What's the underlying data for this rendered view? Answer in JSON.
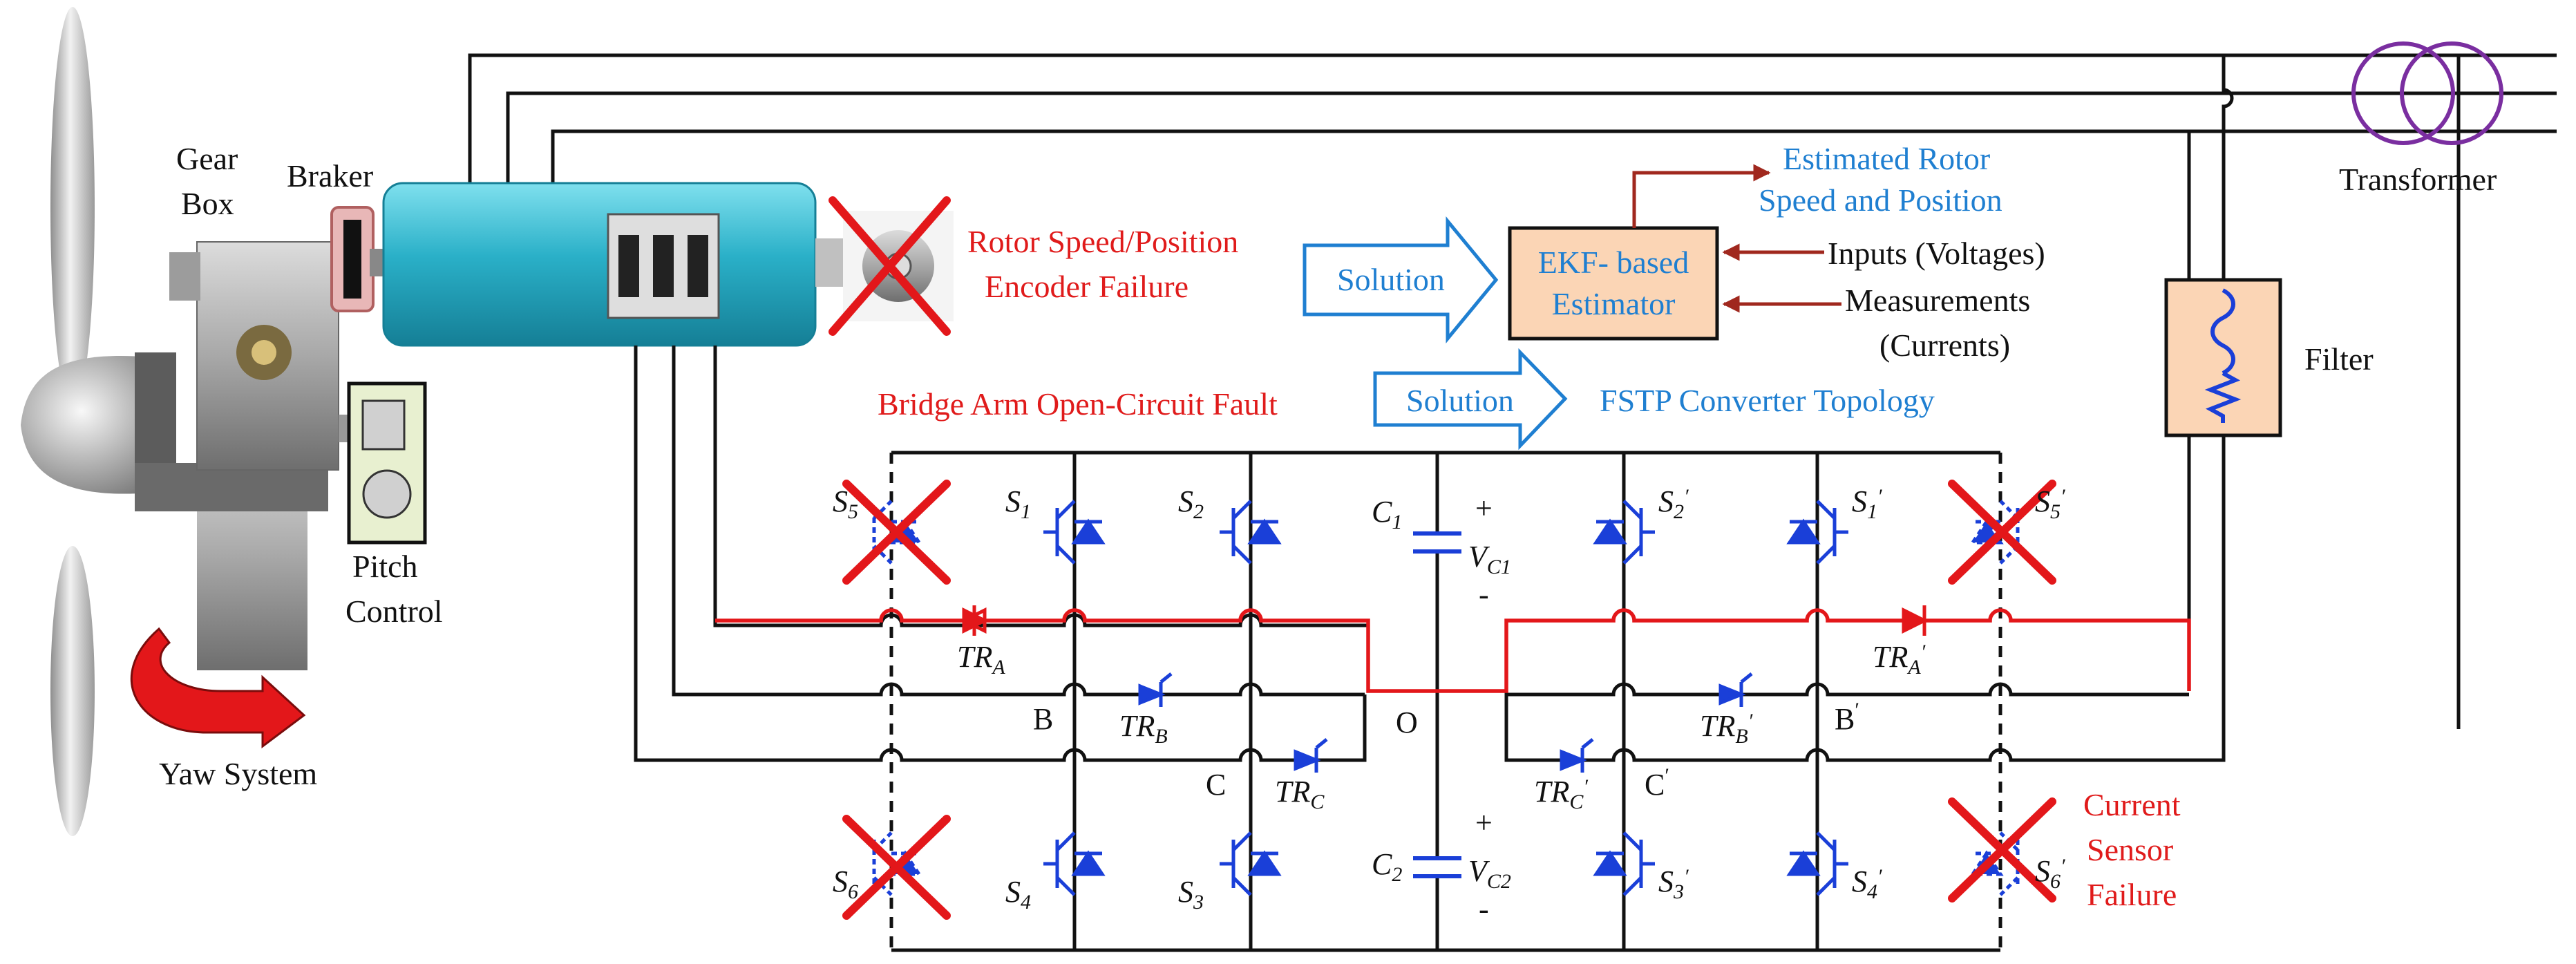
{
  "colors": {
    "fault": "#e01b1b",
    "solution": "#1f7fd1",
    "igbt": "#1a3fd8",
    "wire": "#111111",
    "estimator_fill": "#fbd5b5",
    "nacelle": "#2ab0c8"
  },
  "turbine": {
    "gear_box": [
      "Gear",
      "Box"
    ],
    "braker": "Braker",
    "pitch_control": [
      "Pitch",
      "Control"
    ],
    "yaw_system": "Yaw System"
  },
  "grid": {
    "transformer": "Transformer",
    "filter": "Filter"
  },
  "faults": {
    "encoder": [
      "Rotor Speed/Position",
      "Encoder Failure"
    ],
    "bridge": "Bridge Arm Open-Circuit Fault",
    "sensor": [
      "Current",
      "Sensor",
      "Failure"
    ]
  },
  "solutions": {
    "arrow1": "Solution",
    "arrow2": "Solution",
    "fstp": "FSTP Converter Topology"
  },
  "estimator": {
    "box": [
      "EKF- based",
      "Estimator"
    ],
    "output": [
      "Estimated Rotor",
      "Speed and Position"
    ],
    "inputs": "Inputs (Voltages)",
    "measurements": [
      "Measurements",
      "(Currents)"
    ]
  },
  "converter": {
    "switches": [
      "S",
      "S",
      "S",
      "S",
      "S",
      "S",
      "S",
      "S",
      "S",
      "S",
      "S",
      "S"
    ],
    "switch_subs": [
      "5",
      "1",
      "2",
      "6",
      "4",
      "3",
      "2",
      "1",
      "5",
      "6",
      "3",
      "4"
    ],
    "prime": "′",
    "triacs": [
      "TR",
      "TR",
      "TR",
      "TR",
      "TR",
      "TR"
    ],
    "triac_subs": [
      "A",
      "B",
      "C",
      "A",
      "B",
      "C"
    ],
    "caps": [
      "C",
      "C"
    ],
    "cap_subs": [
      "1",
      "2"
    ],
    "vcaps": [
      "V",
      "V"
    ],
    "vcap_subs": [
      "C1",
      "C2"
    ],
    "plus": "+",
    "minus": "-",
    "nodes": [
      "B",
      "C",
      "O",
      "B",
      "C"
    ]
  }
}
